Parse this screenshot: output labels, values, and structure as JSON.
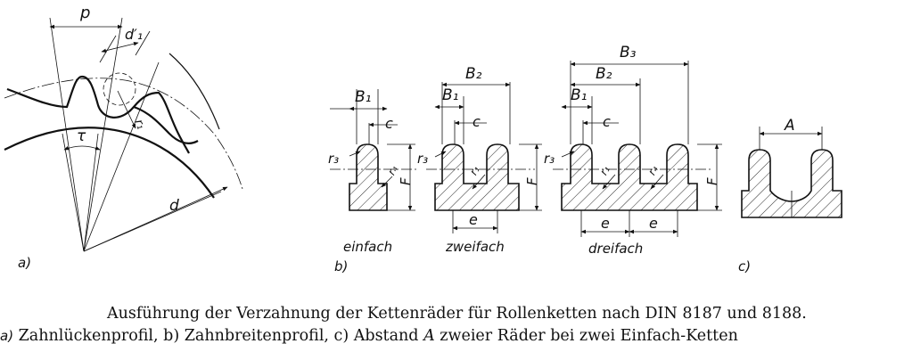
{
  "labels": {
    "a_p": "p",
    "a_d1": "d′₁",
    "a_r": "r₁",
    "a_tau": "τ",
    "a_d": "d",
    "a_letter": "a)",
    "b_letter": "b)",
    "c_letter": "c)",
    "B1": "B₁",
    "B2": "B₂",
    "B3": "B₃",
    "c": "c",
    "r3": "r₃",
    "r4": "r₄",
    "r1": "r₁",
    "F": "F",
    "e": "e",
    "A": "A",
    "einfach": "einfach",
    "zweifach": "zweifach",
    "dreifach": "dreifach"
  },
  "caption": {
    "line1": "Ausführung der Verzahnung der Kettenräder für Rollenketten nach DIN 8187 und 8188.",
    "line2_a": "a)",
    "line2_rest": " Zahnlückenprofil, b) Zahnbreitenprofil, c) Abstand ",
    "line2_A": "A",
    "line2_end": " zweier Räder bei zwei Einfach-Ketten"
  }
}
